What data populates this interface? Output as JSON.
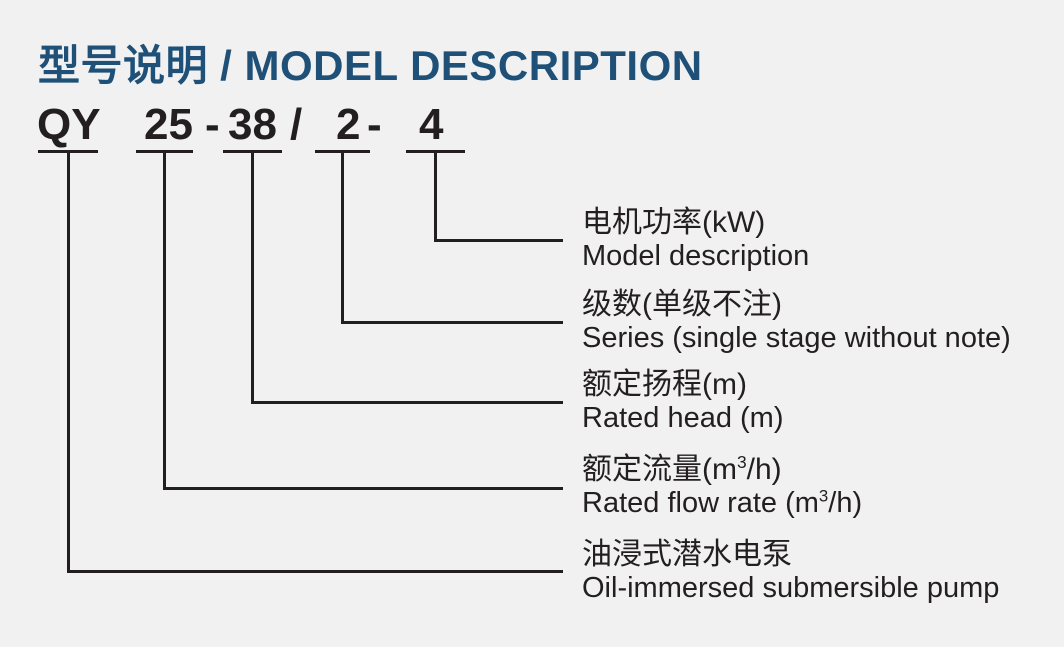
{
  "title": {
    "text": "型号说明 / MODEL DESCRIPTION"
  },
  "model_code": {
    "segments": [
      "QY",
      "25",
      "-",
      "38",
      "/",
      "2",
      "-",
      "4"
    ]
  },
  "labels": [
    {
      "zh_pre": "电机功率(kW)",
      "zh_sup": "",
      "zh_post": "",
      "en_pre": "Model description",
      "en_sup": "",
      "en_post": ""
    },
    {
      "zh_pre": "级数(单级不注)",
      "zh_sup": "",
      "zh_post": "",
      "en_pre": "Series (single stage without note)",
      "en_sup": "",
      "en_post": ""
    },
    {
      "zh_pre": "额定扬程(m)",
      "zh_sup": "",
      "zh_post": "",
      "en_pre": "Rated head (m)",
      "en_sup": "",
      "en_post": ""
    },
    {
      "zh_pre": "额定流量(m",
      "zh_sup": "3",
      "zh_post": "/h)",
      "en_pre": "Rated flow rate (m",
      "en_sup": "3",
      "en_post": "/h)"
    },
    {
      "zh_pre": "油浸式潜水电泵",
      "zh_sup": "",
      "zh_post": "",
      "en_pre": "Oil-immersed submersible pump",
      "en_sup": "",
      "en_post": ""
    }
  ],
  "colors": {
    "title_accent": "#1f5078",
    "text": "#231f20",
    "background": "#f1f1f1"
  }
}
